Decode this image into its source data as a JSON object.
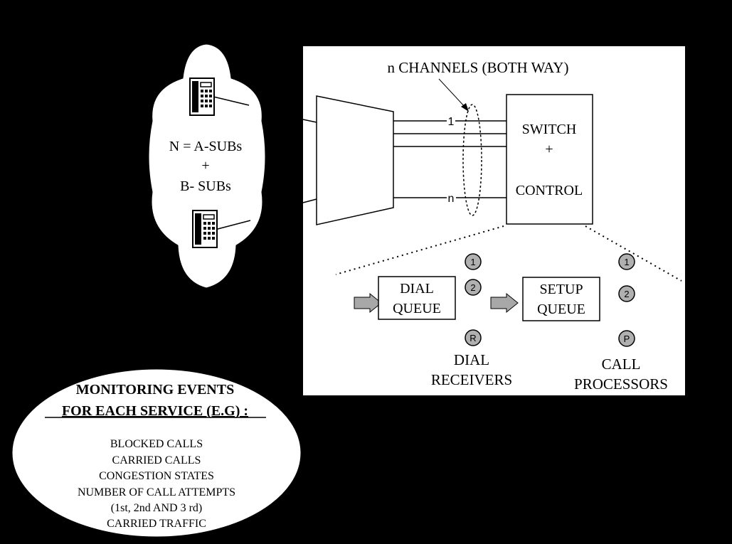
{
  "colors": {
    "background": "#000000",
    "panel": "#ffffff",
    "token_fill": "#b0b0b0",
    "arrow_fill": "#a8a8a8"
  },
  "cloud": {
    "line1": "N = A-SUBs",
    "line2": "+",
    "line3": "B- SUBs",
    "icons": [
      "telephone-icon",
      "telephone-icon"
    ]
  },
  "system": {
    "channels_label": "n  CHANNELS (BOTH WAY)",
    "channel_first": "1",
    "channel_last": "n",
    "switch_line1": "SWITCH",
    "switch_line2": "+",
    "switch_line3": "CONTROL"
  },
  "queues": {
    "dial_line1": "DIAL",
    "dial_line2": "QUEUE",
    "setup_line1": "SETUP",
    "setup_line2": "QUEUE"
  },
  "dial_receivers": {
    "tokens": [
      "1",
      "2",
      "R"
    ],
    "label1": "DIAL",
    "label2": "RECEIVERS"
  },
  "call_processors": {
    "tokens": [
      "1",
      "2",
      "P"
    ],
    "label1": "CALL",
    "label2": "PROCESSORS"
  },
  "monitoring": {
    "title1": "MONITORING EVENTS",
    "title2": "FOR EACH SERVICE (E.G) :",
    "items": [
      "BLOCKED CALLS",
      "CARRIED CALLS",
      "CONGESTION STATES",
      "NUMBER OF CALL ATTEMPTS",
      "(1st, 2nd AND 3 rd)",
      "CARRIED TRAFFIC"
    ]
  }
}
